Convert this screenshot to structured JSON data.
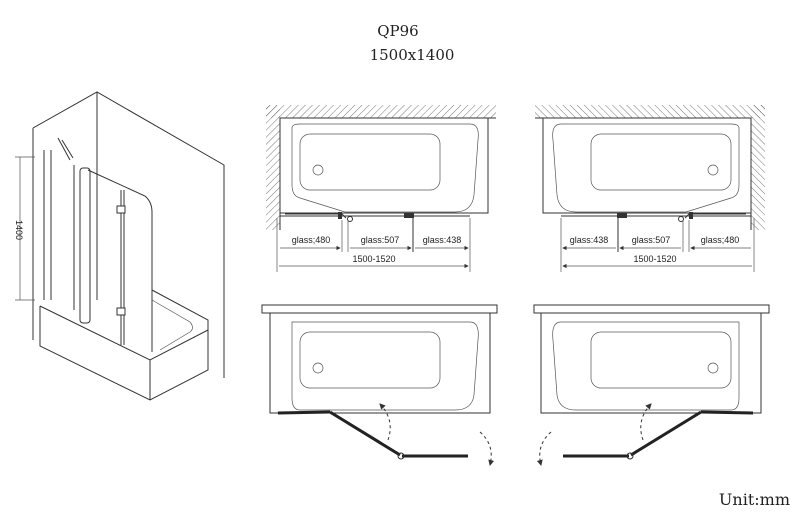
{
  "title": {
    "model": "QP96",
    "size": "1500x1400"
  },
  "iso_view": {
    "height_label": "1400"
  },
  "plan_top_left": {
    "glass": [
      "glass;480",
      "glass:507",
      "glass:438"
    ],
    "overall": "1500-1520"
  },
  "plan_top_right": {
    "glass": [
      "glass:438",
      "glass:507",
      "glass;480"
    ],
    "overall": "1500-1520"
  },
  "unit_label": "Unit:mm"
}
